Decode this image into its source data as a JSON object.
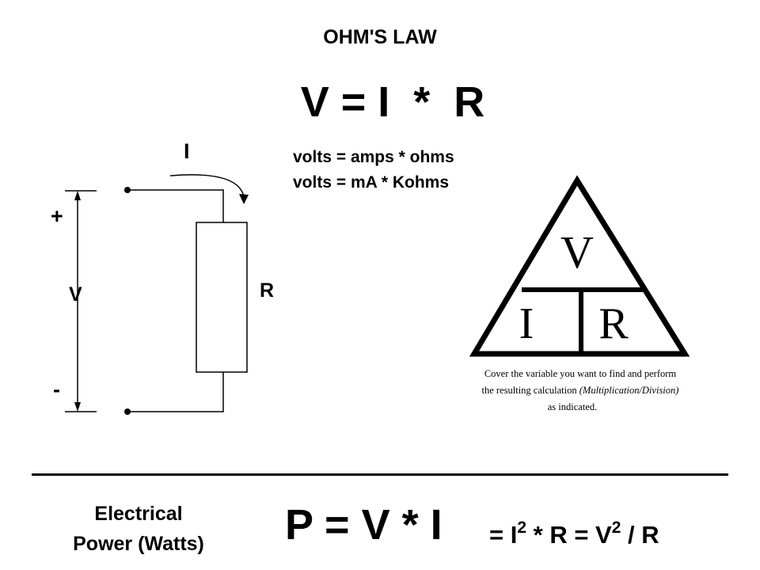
{
  "title": "OHM'S LAW",
  "main_equation": "V = I  *  R",
  "units": {
    "line1": "volts = amps * ohms",
    "line2": "volts = mA * Kohms"
  },
  "circuit": {
    "current_label": "I",
    "plus_label": "+",
    "voltage_label": "V",
    "minus_label": "-",
    "resistor_label": "R"
  },
  "triangle": {
    "top": "V",
    "bottom_left": "I",
    "bottom_right": "R",
    "caption_line1": "Cover the variable you want to find and perform",
    "caption_line2a": "the resulting calculation ",
    "caption_line2b": "(Multiplication/Division)",
    "caption_line3": "as indicated."
  },
  "power": {
    "label_line1": "Electrical",
    "label_line2": "Power (Watts)",
    "equation": "P = V * I",
    "alt_prefix": "= I",
    "alt_exp1": "2",
    "alt_middle": " * R = V",
    "alt_exp2": "2",
    "alt_suffix": " / R"
  }
}
